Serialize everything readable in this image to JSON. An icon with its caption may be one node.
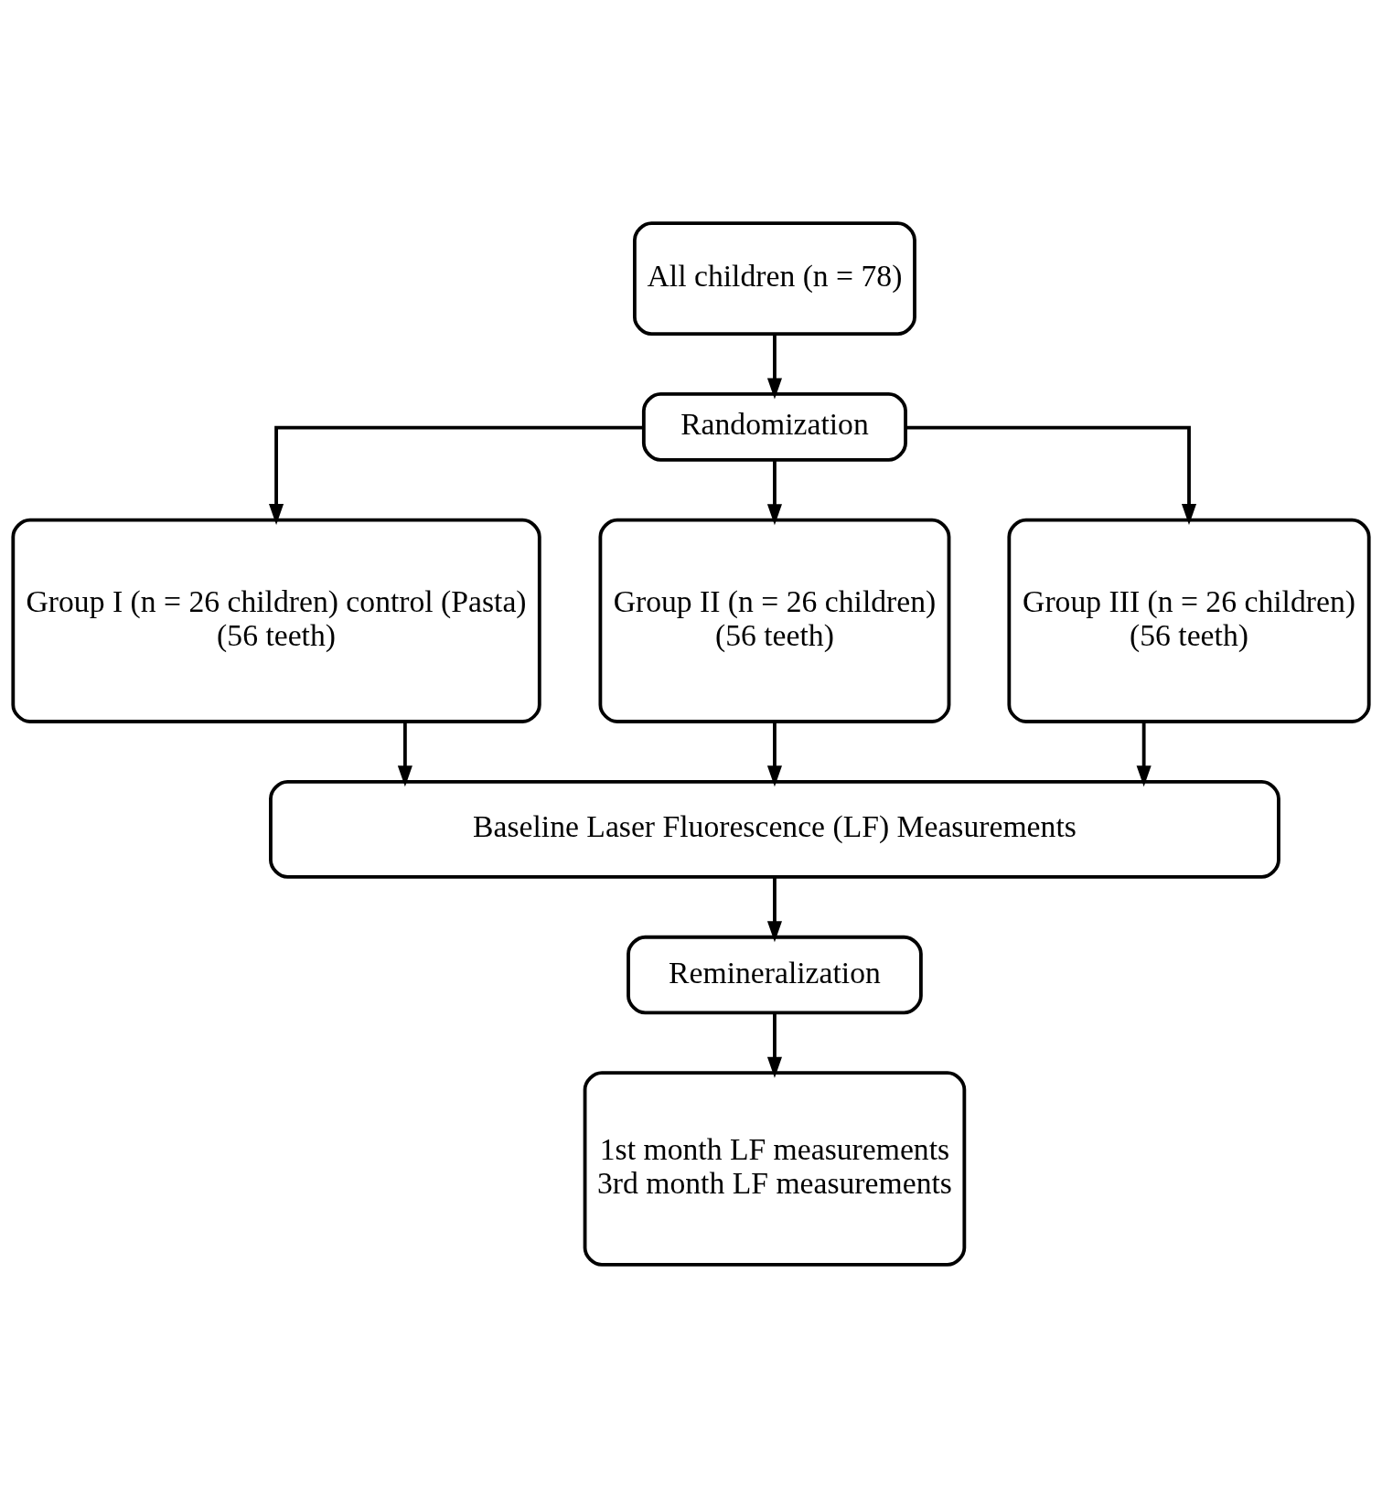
{
  "diagram": {
    "nodes": [
      {
        "text": [
          "All children (n = 78)"
        ]
      },
      {
        "text": [
          "Randomization"
        ]
      },
      {
        "text": [
          "Group I (n = 26 children) control (Pasta)",
          "(56 teeth)"
        ]
      },
      {
        "text": [
          "Group II (n = 26 children)",
          "(56 teeth)"
        ]
      },
      {
        "text": [
          "Group III (n = 26 children)",
          "(56 teeth)"
        ]
      },
      {
        "text": [
          "Baseline Laser Fluorescence (LF) Measurements"
        ]
      },
      {
        "text": [
          "Remineralization"
        ]
      },
      {
        "text": [
          "1st month LF measurements",
          "3rd month LF measurements"
        ]
      }
    ],
    "edges": [
      {
        "from": 0,
        "to": 1,
        "arrow": "to"
      },
      {
        "from": 1,
        "to": 2,
        "arrow": "to"
      },
      {
        "from": 1,
        "to": 3,
        "arrow": "to"
      },
      {
        "from": 1,
        "to": 4,
        "arrow": "to"
      },
      {
        "from": 2,
        "to": 5,
        "arrow": "to"
      },
      {
        "from": 3,
        "to": 5,
        "arrow": "to"
      },
      {
        "from": 4,
        "to": 5,
        "arrow": "to"
      },
      {
        "from": 5,
        "to": 6,
        "arrow": "to"
      },
      {
        "from": 6,
        "to": 7,
        "arrow": "to"
      }
    ]
  }
}
